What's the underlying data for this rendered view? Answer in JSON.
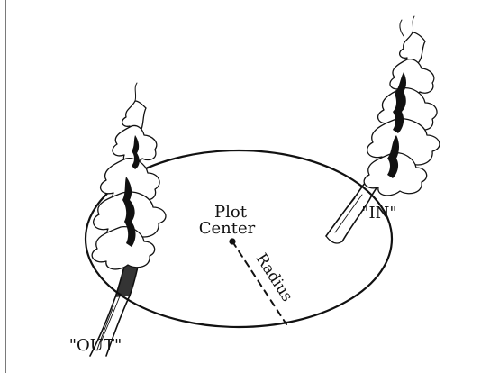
{
  "diagram": {
    "plot_center_label_line1": "Plot",
    "plot_center_label_line2": "Center",
    "radius_label": "Radius",
    "in_label": "\"IN\"",
    "out_label": "\"OUT\""
  },
  "colors": {
    "ink": "#111111",
    "background": "#ffffff"
  }
}
